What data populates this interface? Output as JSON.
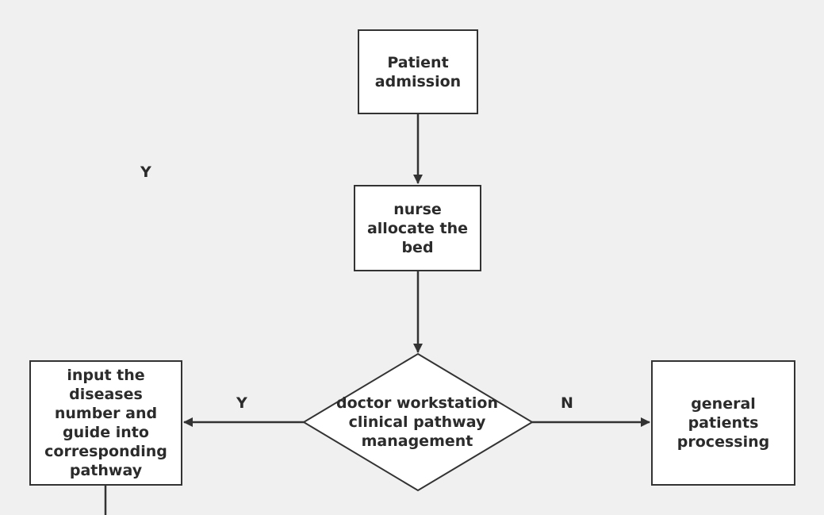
{
  "nodes": {
    "admission": "Patient\nadmission",
    "bed": "nurse\nallocate the\nbed",
    "decision": "doctor workstation\nclinical pathway\nmanagement",
    "input_pathway": "input the\ndiseases\nnumber and\nguide into\ncorresponding\npathway",
    "general": "general\npatients\nprocessing"
  },
  "edge_labels": {
    "stray_y": "Y",
    "yes": "Y",
    "no": "N"
  },
  "colors": {
    "background": "#f0f0f0",
    "node_fill": "#ffffff",
    "stroke": "#333333",
    "text": "#2b2b2b"
  }
}
